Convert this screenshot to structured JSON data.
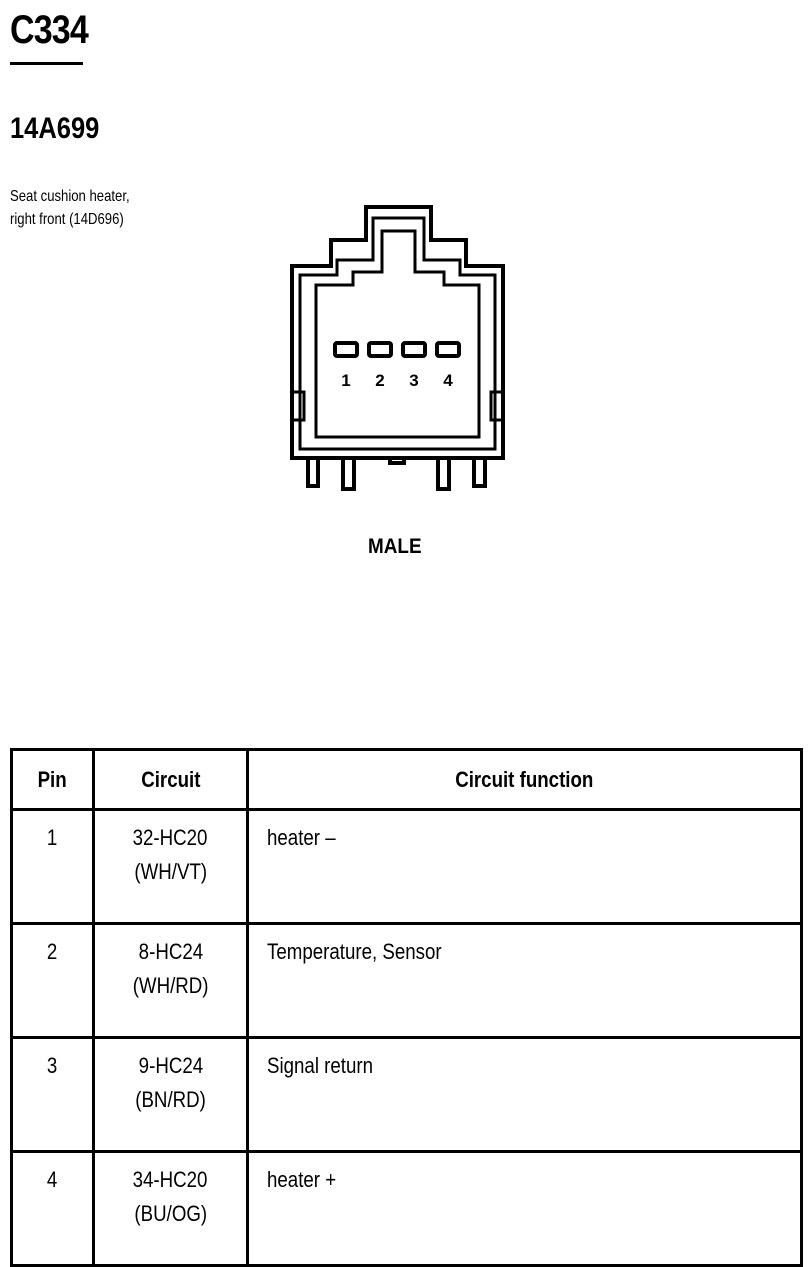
{
  "connector": {
    "id": "C334",
    "part_number": "14A699",
    "description_line1": "Seat cushion heater,",
    "description_line2": "right front (14D696)",
    "gender": "MALE"
  },
  "diagram": {
    "pin_labels": [
      "1",
      "2",
      "3",
      "4"
    ]
  },
  "table": {
    "headers": {
      "pin": "Pin",
      "circuit": "Circuit",
      "function": "Circuit function"
    },
    "rows": [
      {
        "pin": "1",
        "circuit": "32-HC20",
        "color": "(WH/VT)",
        "function": "heater –"
      },
      {
        "pin": "2",
        "circuit": "8-HC24",
        "color": "(WH/RD)",
        "function": "Temperature, Sensor"
      },
      {
        "pin": "3",
        "circuit": "9-HC24",
        "color": "(BN/RD)",
        "function": "Signal return"
      },
      {
        "pin": "4",
        "circuit": "34-HC20",
        "color": "(BU/OG)",
        "function": "heater +"
      }
    ]
  }
}
